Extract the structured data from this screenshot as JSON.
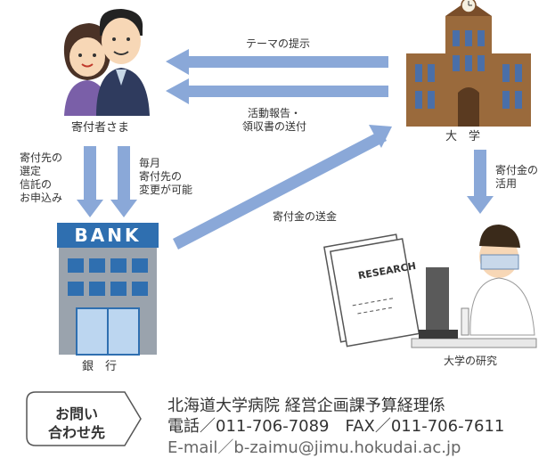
{
  "donor": {
    "label": "寄付者さま"
  },
  "university": {
    "label": "大　学"
  },
  "bank": {
    "sign": "BANK",
    "label": "銀　行"
  },
  "research": {
    "label": "大学の研究",
    "paper_text": "RESEARCH"
  },
  "arrows": {
    "theme": "テーマの提示",
    "report": "活動報告・\n領収書の送付",
    "select": "寄付先の\n選定\n信託の\nお申込み",
    "monthly": "毎月\n寄付先の\n変更が可能",
    "remit": "寄付金の送金",
    "use": "寄付金の\n活用"
  },
  "contact": {
    "box": "お問い\n合わせ先",
    "dept": "北海道大学病院 経営企画課予算経理係",
    "tel": "電話／011-706-7089　FAX／011-706-7611",
    "email": "E-mail／b-zaimu@jimu.hokudai.ac.jp"
  },
  "colors": {
    "arrow": "#8aa8d8",
    "building": "#9a6a3c",
    "bank": "#2f6fb0"
  }
}
